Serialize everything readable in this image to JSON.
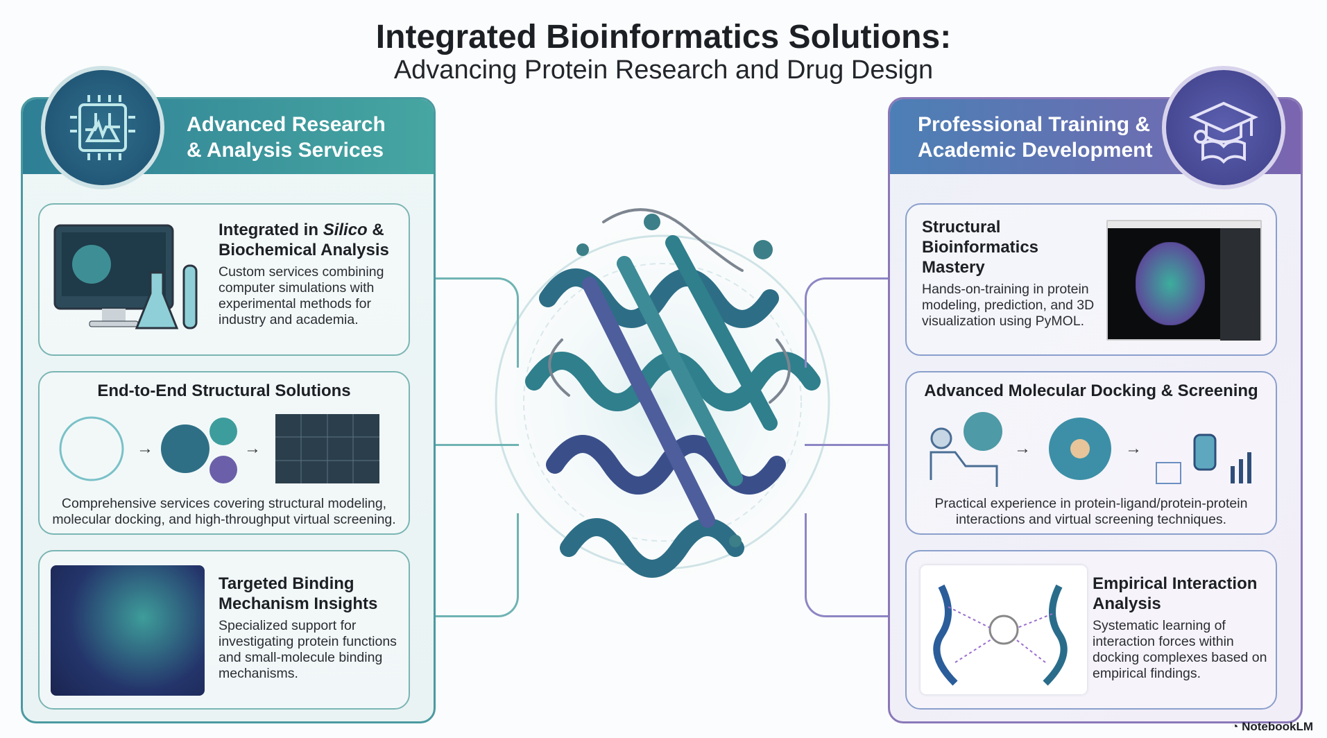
{
  "title": "Integrated Bioinformatics Solutions:",
  "subtitle": "Advancing Protein Research and Drug Design",
  "left": {
    "header": [
      "Advanced Research",
      "& Analysis Services"
    ],
    "cards": [
      {
        "title_a": "Integrated in ",
        "title_i": "Silico",
        "title_b": " &",
        "title_c": "Biochemical Analysis",
        "desc": "Custom services combining computer simulations with experimental methods for industry and academia."
      },
      {
        "title": "End-to-End Structural Solutions",
        "desc": "Comprehensive services covering structural modeling, molecular docking, and high-throughput virtual screening."
      },
      {
        "title": "Targeted Binding Mechanism Insights",
        "desc": "Specialized support for investigating protein functions and small-molecule binding mechanisms."
      }
    ]
  },
  "right": {
    "header": [
      "Professional Training &",
      "Academic Development"
    ],
    "cards": [
      {
        "title": "Structural Bioinformatics Mastery",
        "desc": "Hands-on-training in protein modeling, prediction, and 3D visualization using PyMOL."
      },
      {
        "title": "Advanced Molecular Docking & Screening",
        "desc": "Practical experience in protein-ligand/protein-protein interactions and virtual screening techniques."
      },
      {
        "title": "Empirical Interaction Analysis",
        "desc": "Systematic learning of interaction forces within docking complexes based on empirical findings."
      }
    ]
  },
  "footer": {
    "logo": "NotebookLM"
  },
  "colors": {
    "teal": "#46a6a1",
    "purple": "#7b65b0",
    "dark": "#1c1f24"
  }
}
